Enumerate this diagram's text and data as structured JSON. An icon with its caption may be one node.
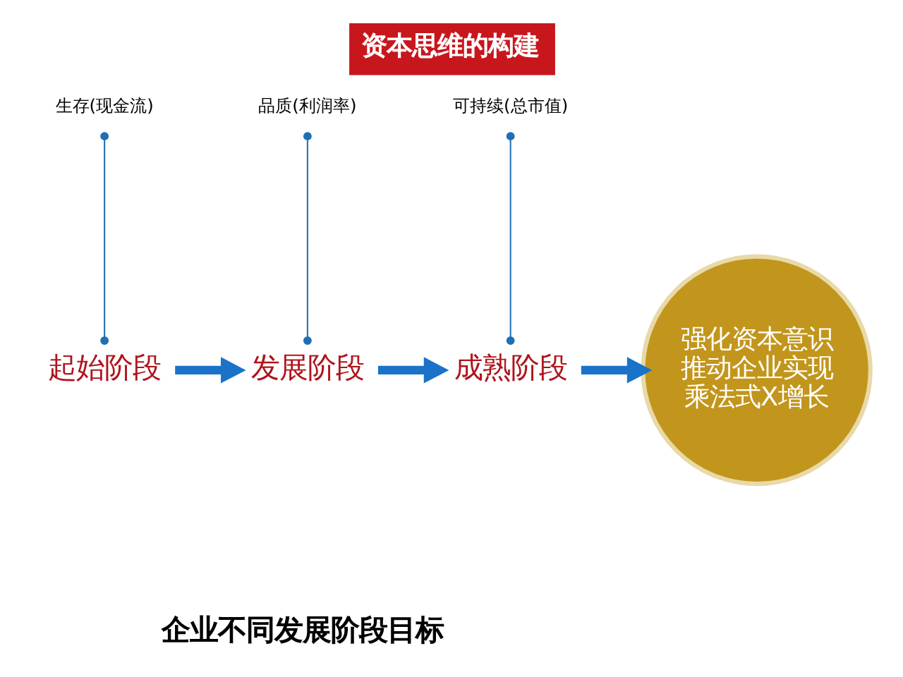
{
  "diagram": {
    "title": "资本思维的构建",
    "caption": "企业不同发展阶段目标",
    "nodes": [
      {
        "text": [
          "生存(现金流)"
        ]
      },
      {
        "text": [
          "品质(利润率)"
        ]
      },
      {
        "text": [
          "可持续(总市值)"
        ]
      },
      {
        "text": [
          "起始阶段"
        ]
      },
      {
        "text": [
          "发展阶段"
        ]
      },
      {
        "text": [
          "成熟阶段"
        ]
      },
      {
        "text": [
          "强化资本意识推动企业实现乘法式X增长"
        ]
      }
    ],
    "edges": [
      {
        "from": 0,
        "to": 3,
        "arrow": "other",
        "color": "#1f6fb5"
      },
      {
        "from": 1,
        "to": 4,
        "arrow": "other",
        "color": "#1f6fb5"
      },
      {
        "from": 2,
        "to": 5,
        "arrow": "other",
        "color": "#1f6fb5"
      },
      {
        "from": 3,
        "to": 4,
        "arrow": "to",
        "style": "thick",
        "color": "#1a73c9"
      },
      {
        "from": 4,
        "to": 5,
        "arrow": "to",
        "style": "thick",
        "color": "#1a73c9"
      },
      {
        "from": 5,
        "to": 6,
        "arrow": "to",
        "style": "thick",
        "color": "#1a73c9"
      }
    ]
  }
}
